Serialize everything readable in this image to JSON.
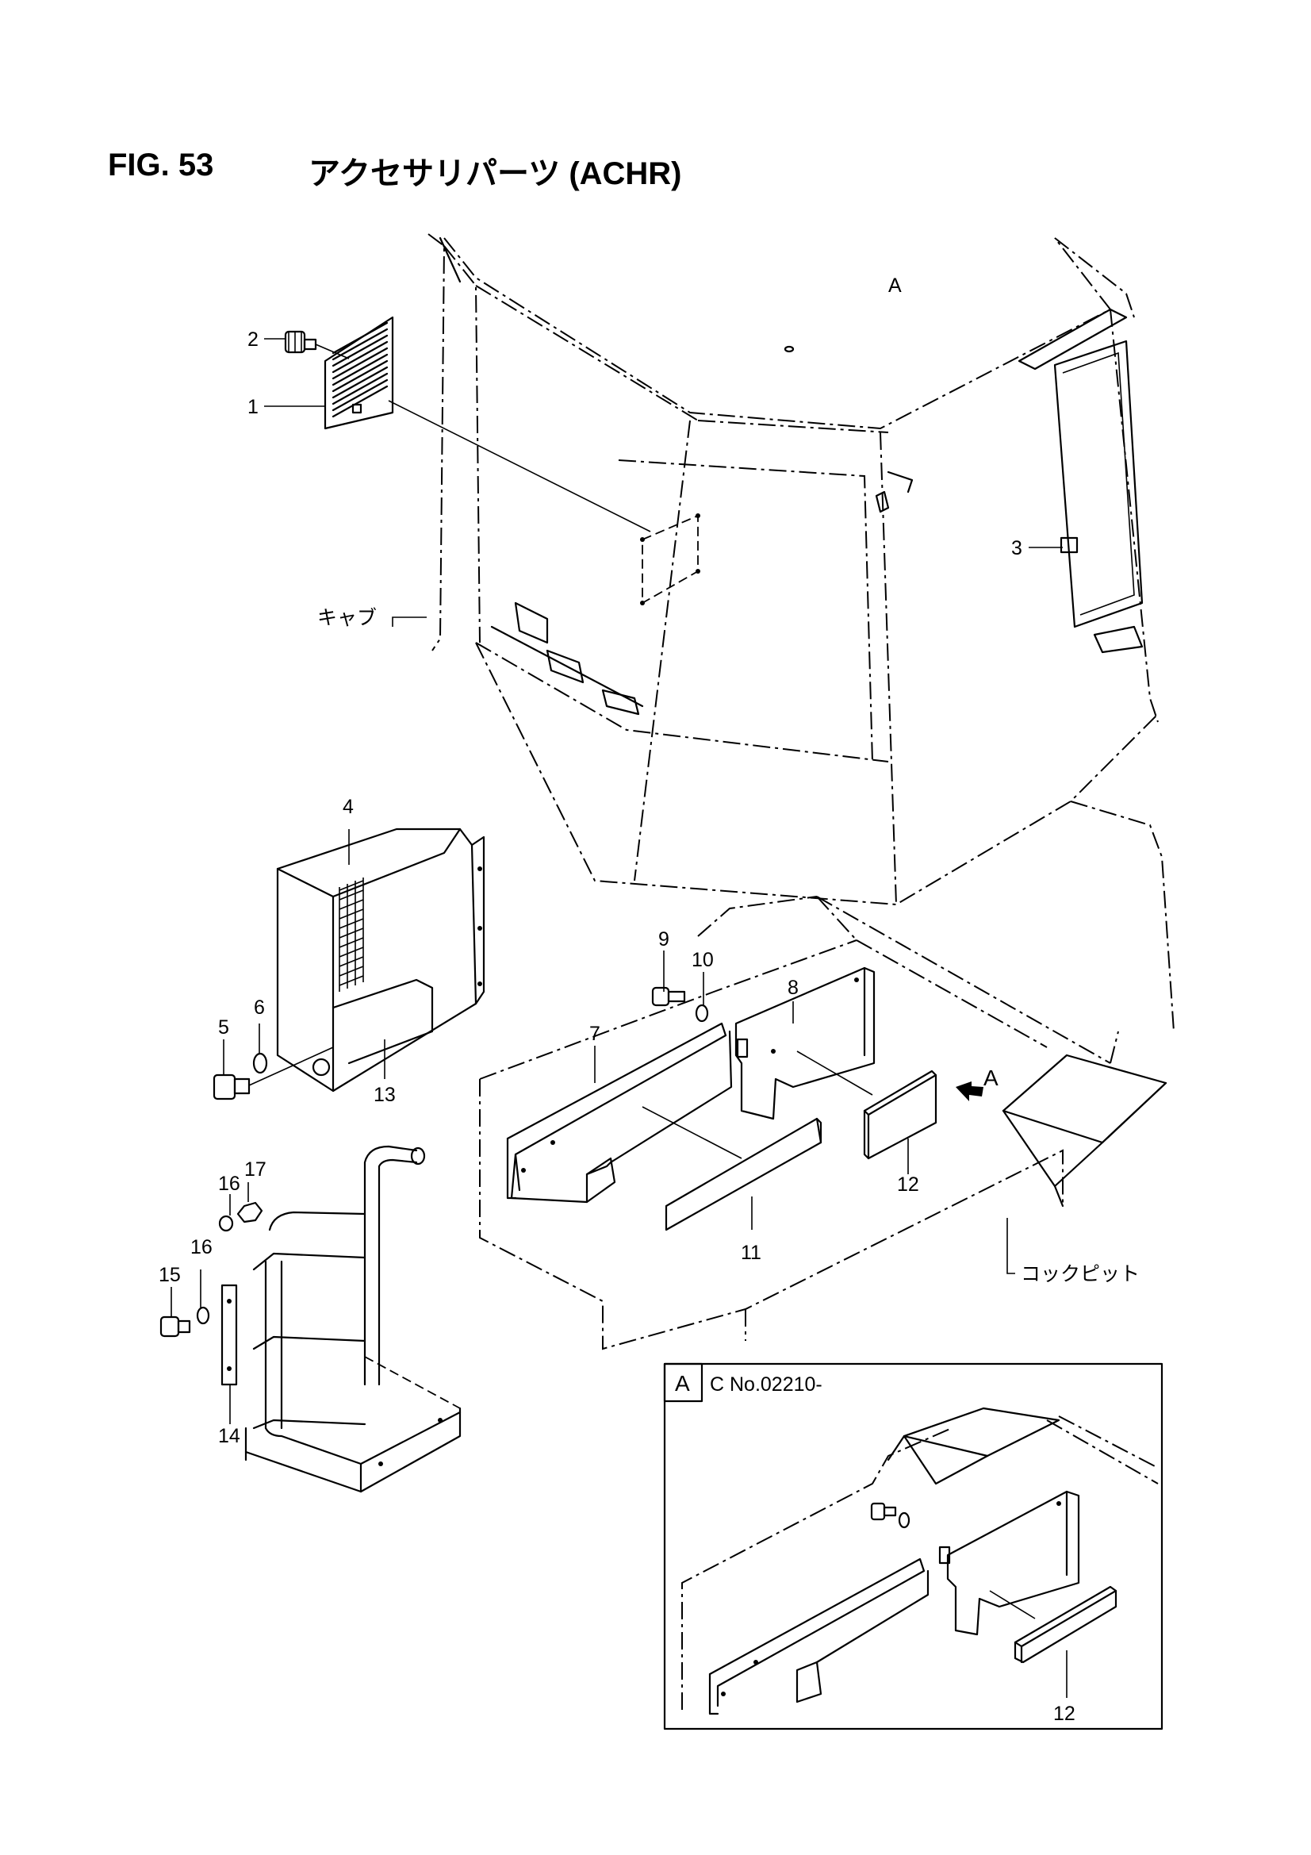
{
  "header": {
    "fig_number": "FIG. 53",
    "title": "アクセサリパーツ (ACHR)"
  },
  "callouts": {
    "c1": "1",
    "c2": "2",
    "c3": "3",
    "c4": "4",
    "c5": "5",
    "c6": "6",
    "c7": "7",
    "c8": "8",
    "c9": "9",
    "c10": "10",
    "c11": "11",
    "c12": "12",
    "c13": "13",
    "c14": "14",
    "c15": "15",
    "c16a": "16",
    "c16b": "16",
    "c17": "17",
    "c12_inset": "12"
  },
  "labels": {
    "cab": "キャブ",
    "cockpit": "コックピット",
    "view_arrow": "A",
    "cab_roof_mark": "A"
  },
  "inset": {
    "tag": "A",
    "serial": "C No.02210-"
  }
}
